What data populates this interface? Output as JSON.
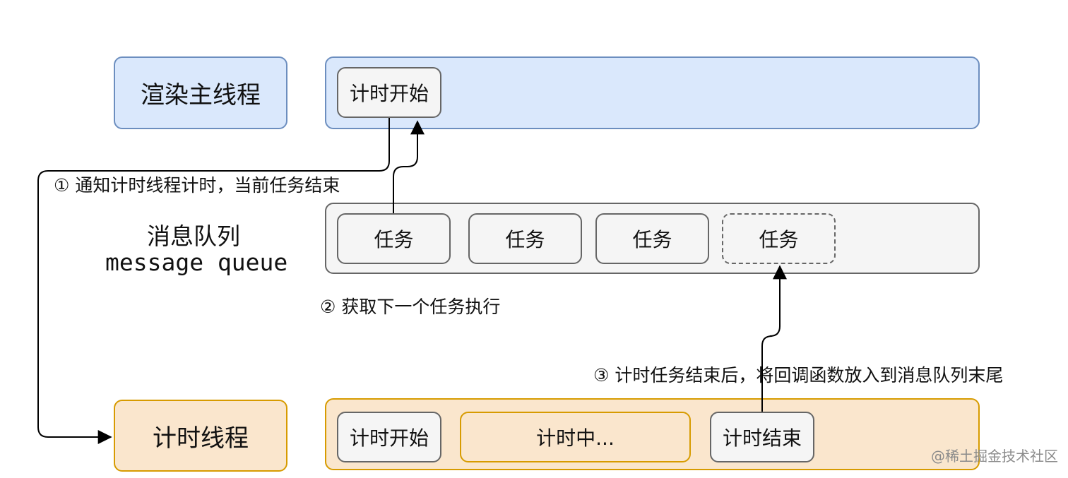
{
  "render_thread": {
    "label": "渲染主线程",
    "task_start": "计时开始"
  },
  "message_queue": {
    "label_cn": "消息队列",
    "label_en": "message queue",
    "tasks": [
      "任务",
      "任务",
      "任务",
      "任务"
    ]
  },
  "timer_thread": {
    "label": "计时线程",
    "task_start": "计时开始",
    "task_running": "计时中...",
    "task_end": "计时结束"
  },
  "annotations": {
    "step1": "① 通知计时线程计时，当前任务结束",
    "step2": "② 获取下一个任务执行",
    "step3": "③ 计时任务结束后，将回调函数放入到消息队列末尾"
  },
  "watermark": "@稀土掘金技术社区",
  "colors": {
    "render_fill": "#dae8fc",
    "render_stroke": "#6c8ebf",
    "queue_fill": "#f5f5f5",
    "queue_stroke": "#666666",
    "timer_fill": "#fae6cd",
    "timer_stroke": "#d79b00"
  }
}
